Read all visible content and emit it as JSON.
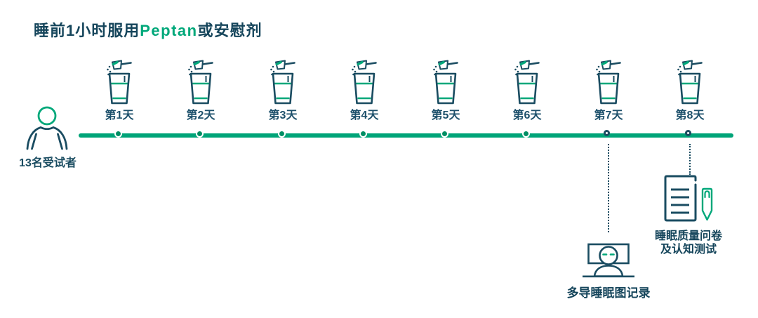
{
  "colors": {
    "brand_green": "#00a87a",
    "timeline_green": "#00a478",
    "dot_green": "#008e64",
    "navy": "#1a4c61",
    "title_navy": "#15455b"
  },
  "title": {
    "prefix": "睡前1小时服用",
    "brand": "Peptan",
    "suffix": "或安慰剂"
  },
  "subjects": {
    "label": "13名受试者",
    "icon": "person-icon"
  },
  "timeline": {
    "days": [
      {
        "label": "第1天",
        "dot": "filled",
        "icon": "supplement-cup-icon"
      },
      {
        "label": "第2天",
        "dot": "filled",
        "icon": "supplement-cup-icon"
      },
      {
        "label": "第3天",
        "dot": "filled",
        "icon": "supplement-cup-icon"
      },
      {
        "label": "第4天",
        "dot": "filled",
        "icon": "supplement-cup-icon"
      },
      {
        "label": "第5天",
        "dot": "filled",
        "icon": "supplement-cup-icon"
      },
      {
        "label": "第6天",
        "dot": "filled",
        "icon": "supplement-cup-icon"
      },
      {
        "label": "第7天",
        "dot": "open",
        "icon": "supplement-cup-icon"
      },
      {
        "label": "第8天",
        "dot": "open",
        "icon": "supplement-cup-icon"
      }
    ]
  },
  "events": {
    "psg": {
      "label": "多导睡眠图记录",
      "icon": "polysomnography-monitor-icon",
      "connected_day": "第7天"
    },
    "questionnaire": {
      "label_line1": "睡眠质量问卷",
      "label_line2": "及认知测试",
      "icon": "questionnaire-pen-icon",
      "connected_day": "第8天"
    }
  }
}
